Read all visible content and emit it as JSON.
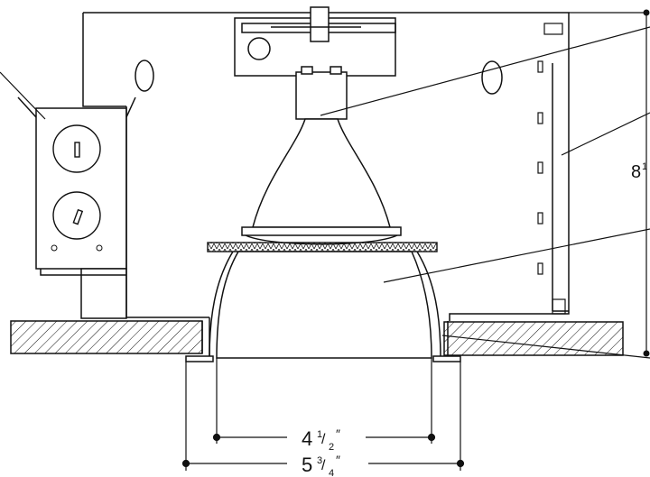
{
  "dimensions": {
    "inner_whole": "4",
    "inner_num": "1",
    "inner_den": "2",
    "outer_whole": "5",
    "outer_num": "3",
    "outer_den": "4",
    "height_whole": "8",
    "height_num": "1",
    "inch_mark": "″"
  },
  "colors": {
    "line": "#111111",
    "background": "#ffffff"
  }
}
